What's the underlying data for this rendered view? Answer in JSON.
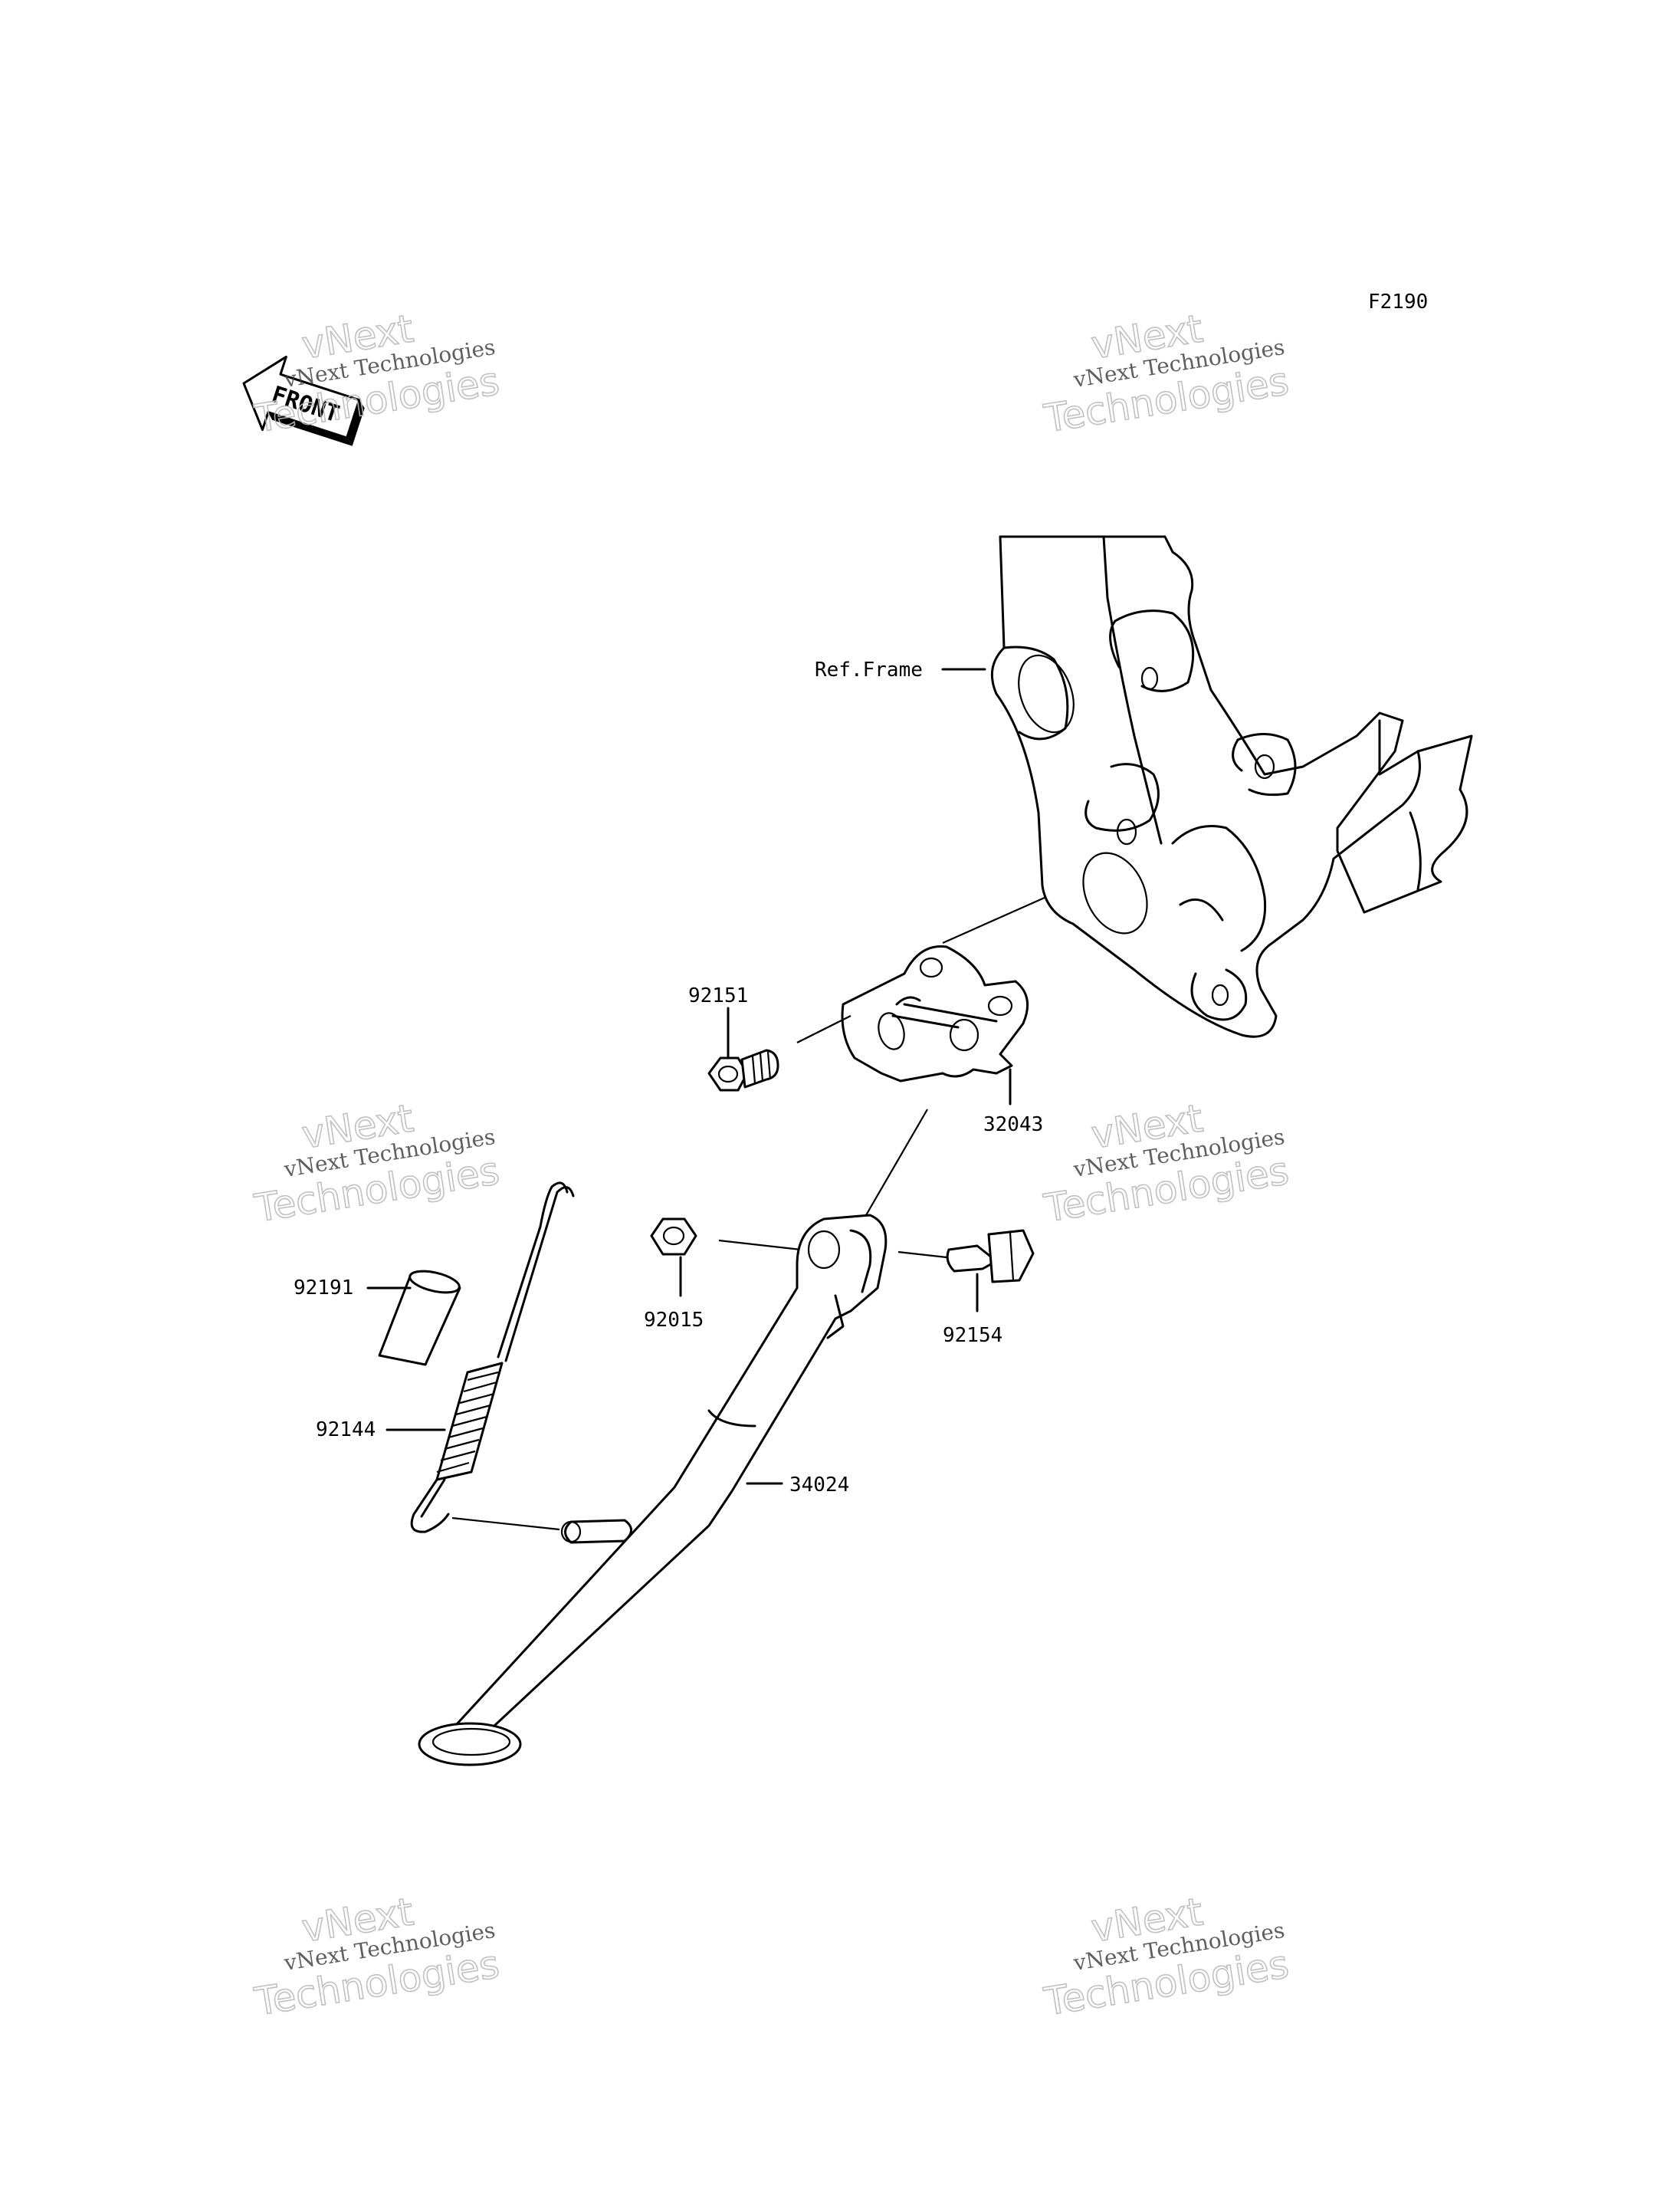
{
  "figure_code": "F2190",
  "front_label": "FRONT",
  "labels": {
    "ref_frame": "Ref.Frame",
    "p92151": "92151",
    "p32043": "32043",
    "p92191": "92191",
    "p92015": "92015",
    "p92154": "92154",
    "p92144": "92144",
    "p34024": "34024"
  },
  "watermark": {
    "line1": "vNext Technologies",
    "line2": "vNext",
    "line3": "Technologies"
  }
}
